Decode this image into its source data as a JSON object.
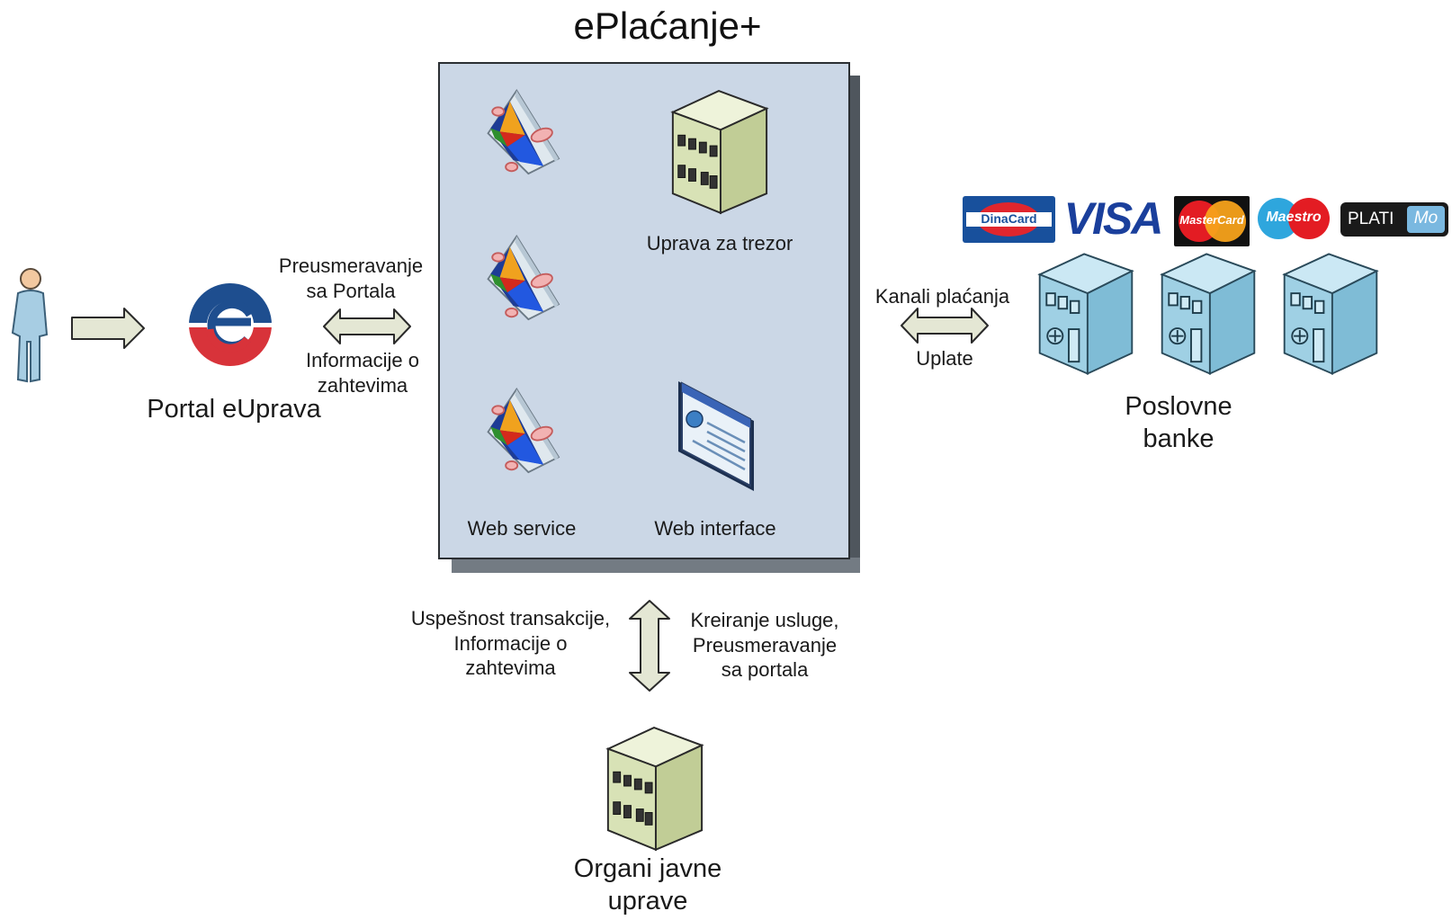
{
  "title": "ePlaćanje+",
  "portal": {
    "label": "Portal eUprava",
    "logo_letter": "e"
  },
  "arrow_portal": {
    "top_label": "Preusmeravanje\nsa Portala",
    "bottom_label": "Informacije o\nzahtevima"
  },
  "panel": {
    "treasury_label": "Uprava za trezor",
    "web_service_label": "Web service",
    "web_interface_label": "Web interface"
  },
  "arrow_banks": {
    "top_label": "Kanali plaćanja",
    "bottom_label": "Uplate"
  },
  "banks": {
    "label": "Poslovne\nbanke"
  },
  "cards": {
    "dinacard": "DinaCard",
    "visa": "VISA",
    "mastercard": "MasterCard",
    "maestro": "Maestro",
    "plati_prefix": "PLATI",
    "plati_suffix": "Mo"
  },
  "arrow_bottom": {
    "left_label": "Uspešnost transakcije,\nInformacije o\nzahtevima",
    "right_label": "Kreiranje usluge,\nPreusmeravanje\nsa portala"
  },
  "authorities": {
    "label": "Organi javne\nuprave"
  },
  "colors": {
    "panel_fill": "#cbd7e6",
    "arrow_fill": "#e4e7d4",
    "building_fill": "#d9e3ba",
    "bank_fill": "#a6d2e4",
    "eu_blue": "#1e4e8f",
    "eu_red": "#d8333a"
  }
}
